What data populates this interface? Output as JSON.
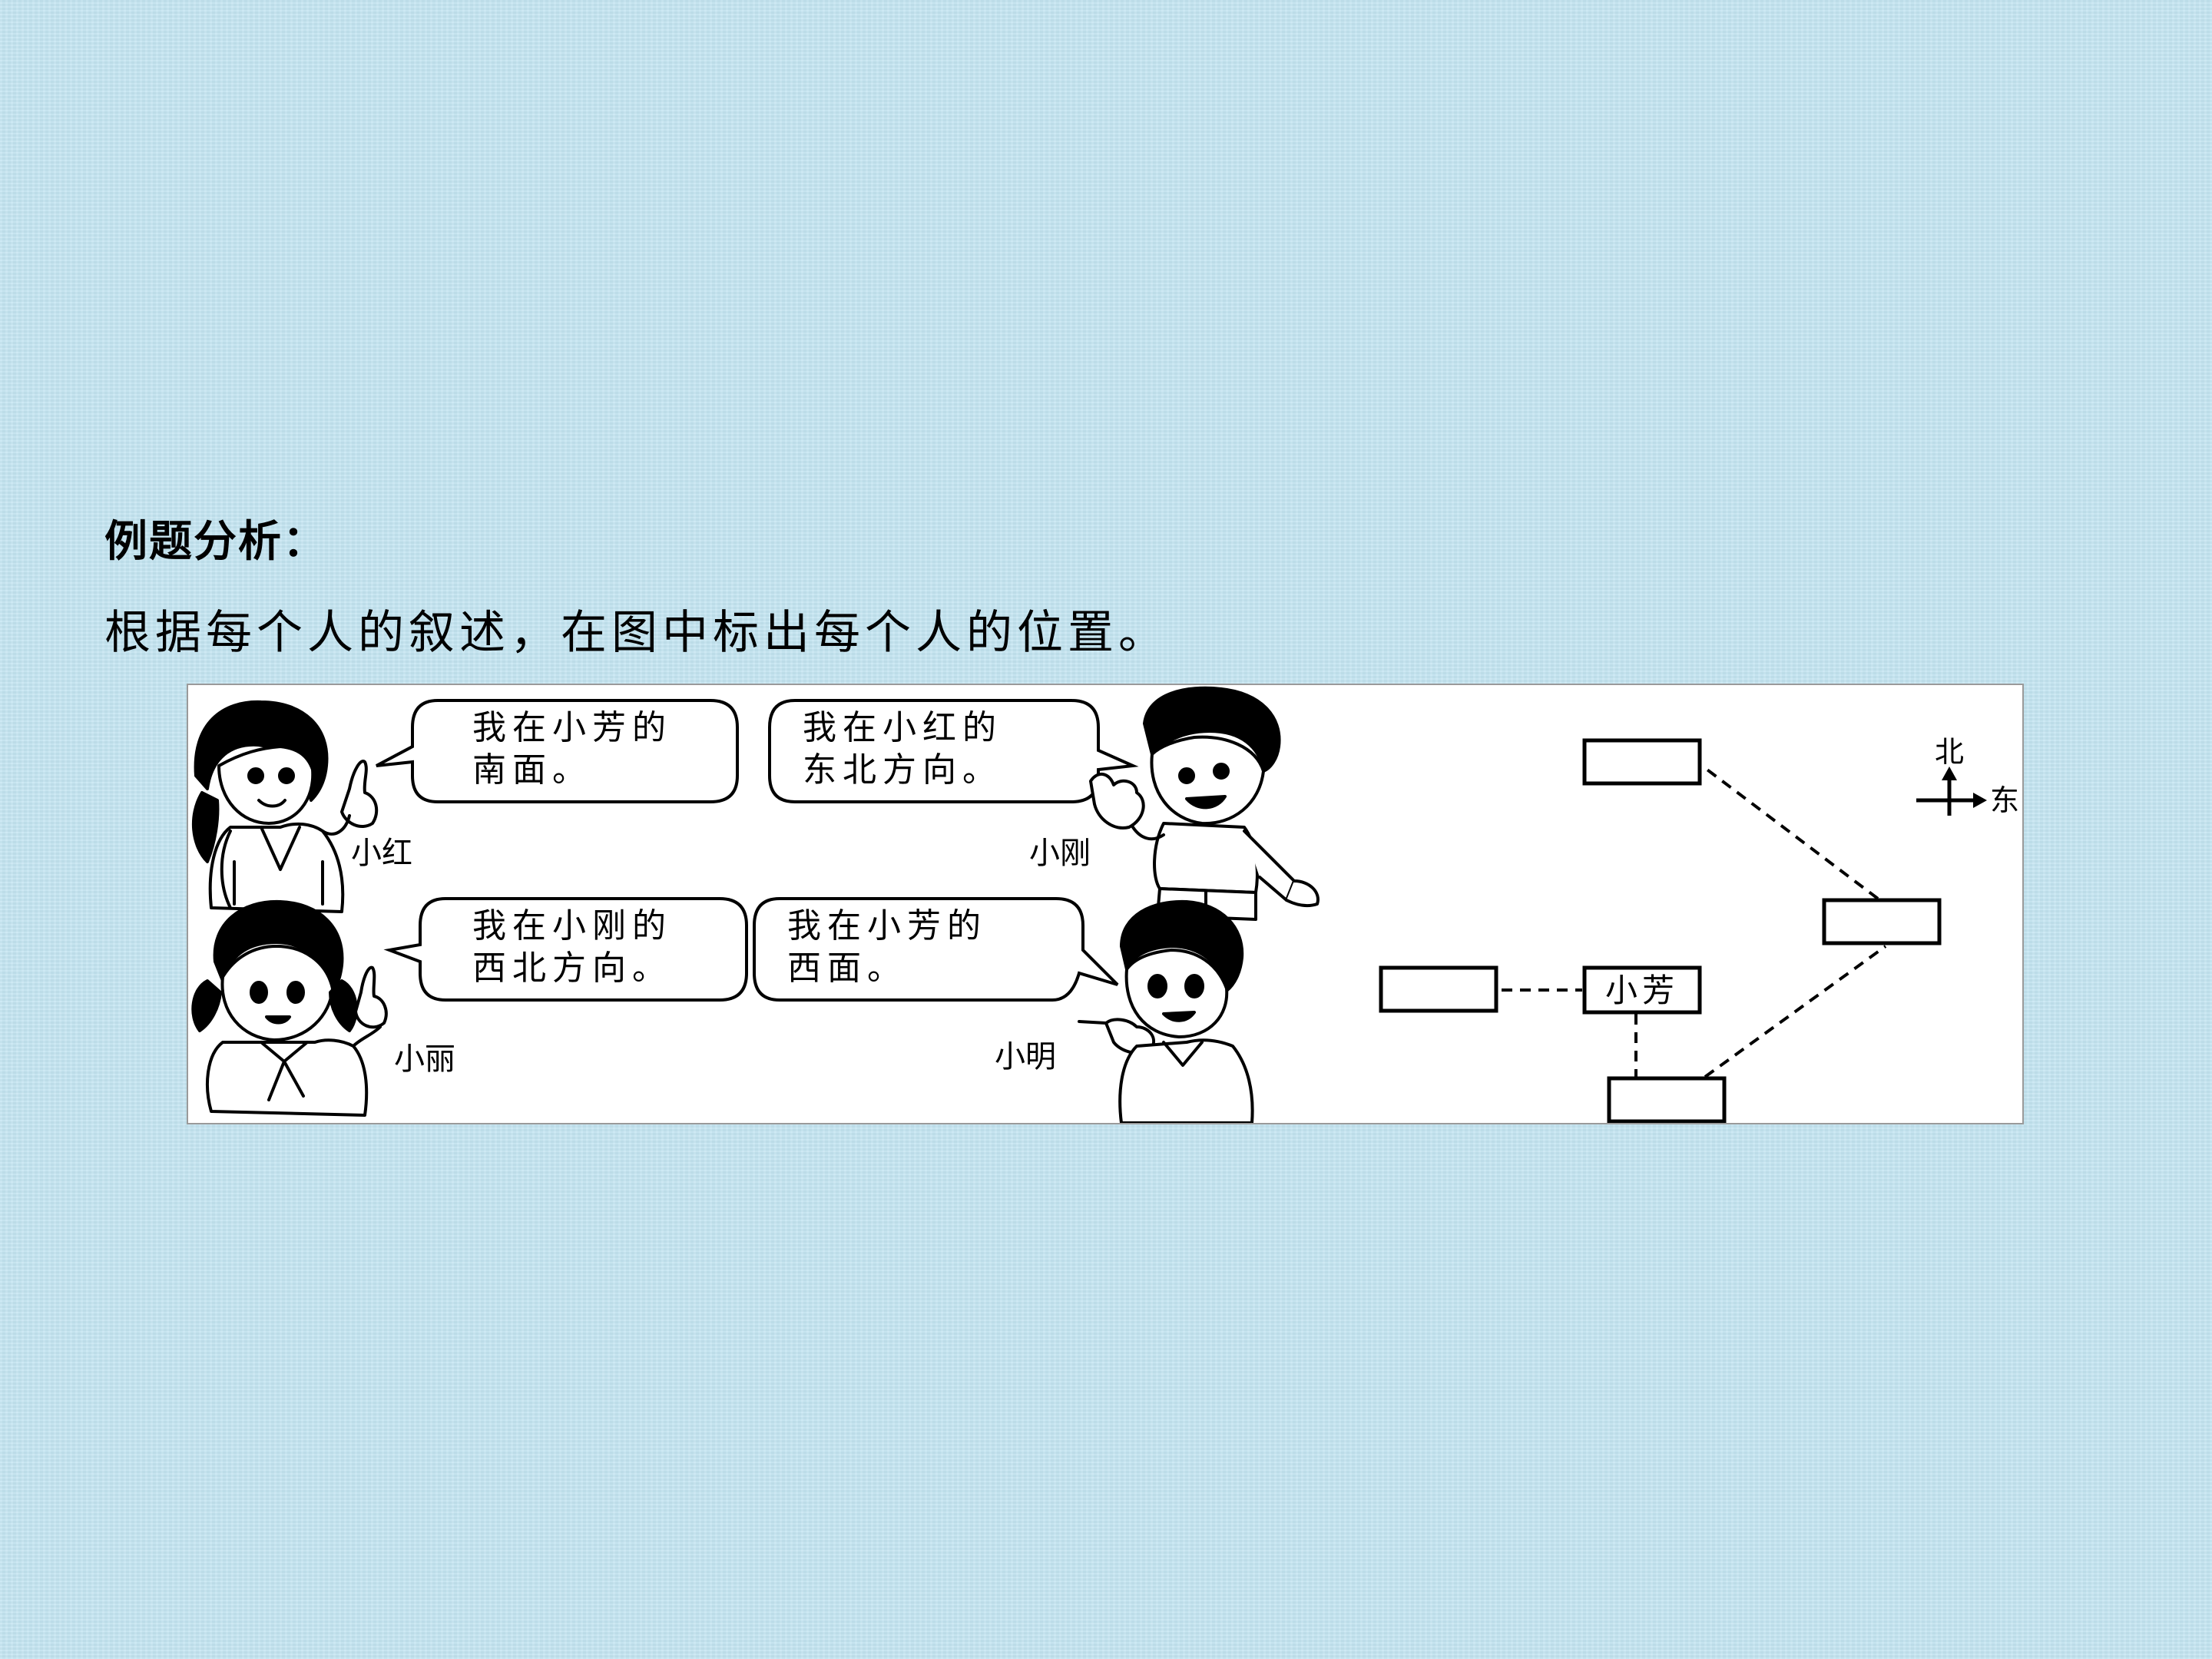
{
  "page": {
    "heading": "例题分析：",
    "instruction": "根据每个人的叙述，在图中标出每个人的位置。"
  },
  "scene": {
    "speakers": [
      {
        "name": "小红",
        "line1": "我在小芳的",
        "line2": "南面。"
      },
      {
        "name": "小刚",
        "line1": "我在小红的",
        "line2": "东北方向。"
      },
      {
        "name": "小丽",
        "line1": "我在小刚的",
        "line2": "西北方向。"
      },
      {
        "name": "小明",
        "line1": "我在小芳的",
        "line2": "西面。"
      }
    ]
  },
  "diagram": {
    "known_label": "小芳",
    "compass_north": "北",
    "compass_east": "东",
    "blank_boxes": 4
  },
  "colors": {
    "background": "#c4e5f2",
    "figure_background": "#ffffff",
    "ink": "#000000"
  }
}
